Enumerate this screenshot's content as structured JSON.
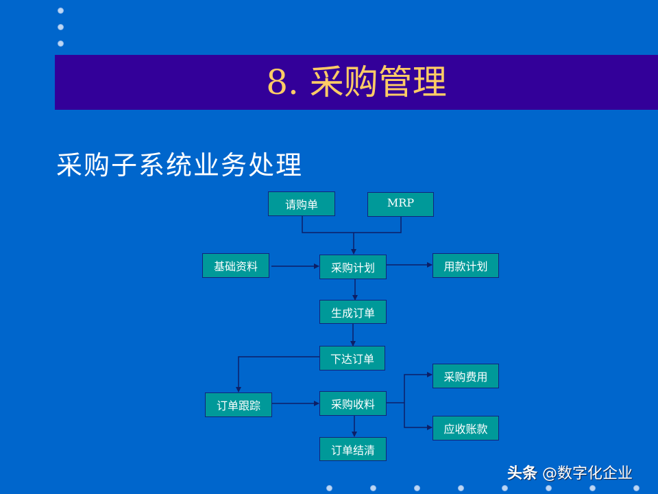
{
  "slide": {
    "title": "8. 采购管理",
    "subtitle": "采购子系统业务处理",
    "watermark_brand": "头条",
    "watermark_handle": "@数字化企业",
    "colors": {
      "background": "#0066cc",
      "title_band": "#330099",
      "title_text": "#ffcc66",
      "node_fill": "#009999",
      "node_border": "#12227a",
      "edge": "#0d1f66"
    }
  },
  "diagram": {
    "nodes": [
      {
        "id": "purchase-request",
        "label": "请购单"
      },
      {
        "id": "mrp",
        "label": "MRP"
      },
      {
        "id": "base-data",
        "label": "基础资料"
      },
      {
        "id": "purchase-plan",
        "label": "采购计划"
      },
      {
        "id": "payment-plan",
        "label": "用款计划"
      },
      {
        "id": "generate-order",
        "label": "生成订单"
      },
      {
        "id": "issue-order",
        "label": "下达订单"
      },
      {
        "id": "order-tracking",
        "label": "订单跟踪"
      },
      {
        "id": "purchase-receiving",
        "label": "采购收料"
      },
      {
        "id": "purchase-cost",
        "label": "采购费用"
      },
      {
        "id": "accounts-payable",
        "label": "应收账款"
      },
      {
        "id": "order-settlement",
        "label": "订单结清"
      }
    ],
    "edges": [
      {
        "from": "purchase-request",
        "to": "purchase-plan"
      },
      {
        "from": "mrp",
        "to": "purchase-plan"
      },
      {
        "from": "base-data",
        "to": "purchase-plan"
      },
      {
        "from": "purchase-plan",
        "to": "payment-plan"
      },
      {
        "from": "purchase-plan",
        "to": "generate-order"
      },
      {
        "from": "generate-order",
        "to": "issue-order"
      },
      {
        "from": "issue-order",
        "to": "order-tracking"
      },
      {
        "from": "order-tracking",
        "to": "purchase-receiving"
      },
      {
        "from": "purchase-receiving",
        "to": "purchase-cost"
      },
      {
        "from": "purchase-receiving",
        "to": "accounts-payable"
      },
      {
        "from": "purchase-receiving",
        "to": "order-settlement"
      }
    ]
  }
}
